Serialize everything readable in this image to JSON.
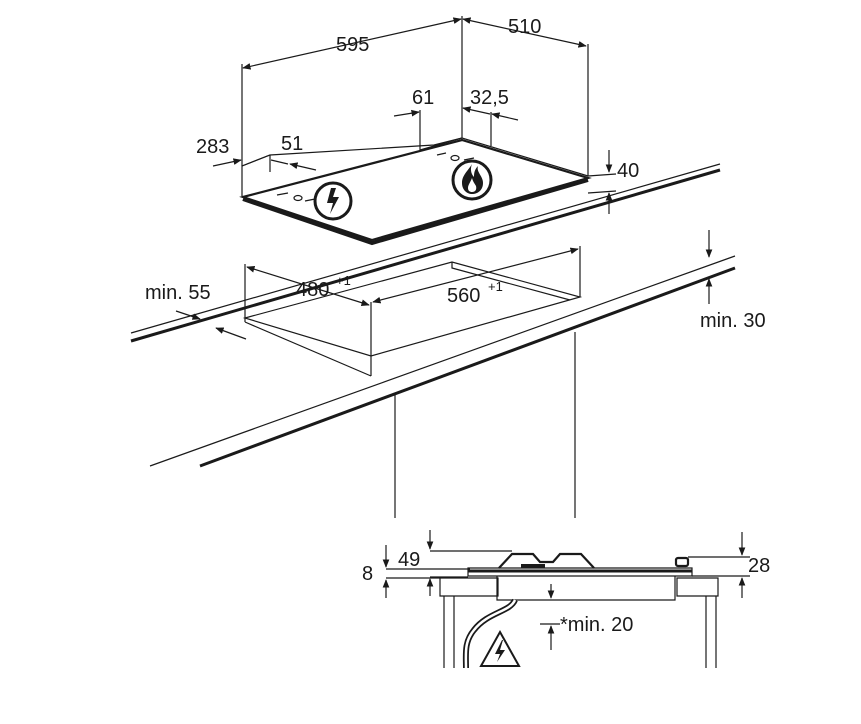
{
  "top_view": {
    "dim_width": "595",
    "dim_depth": "510",
    "dim_left_offset": "283",
    "dim_left_small": "51",
    "dim_right_a": "61",
    "dim_right_b": "32,5",
    "dim_height": "40"
  },
  "cutout": {
    "depth": "480",
    "depth_tol": "+1",
    "width": "560",
    "width_tol": "+1",
    "min_front": "min. 55",
    "min_worktop": "min. 30"
  },
  "section": {
    "dim_49": "49",
    "dim_8": "8",
    "dim_28": "28",
    "min_below": "*min. 20"
  },
  "icons": [
    "electric-connection-icon",
    "gas-flame-icon",
    "electric-warning-icon"
  ]
}
